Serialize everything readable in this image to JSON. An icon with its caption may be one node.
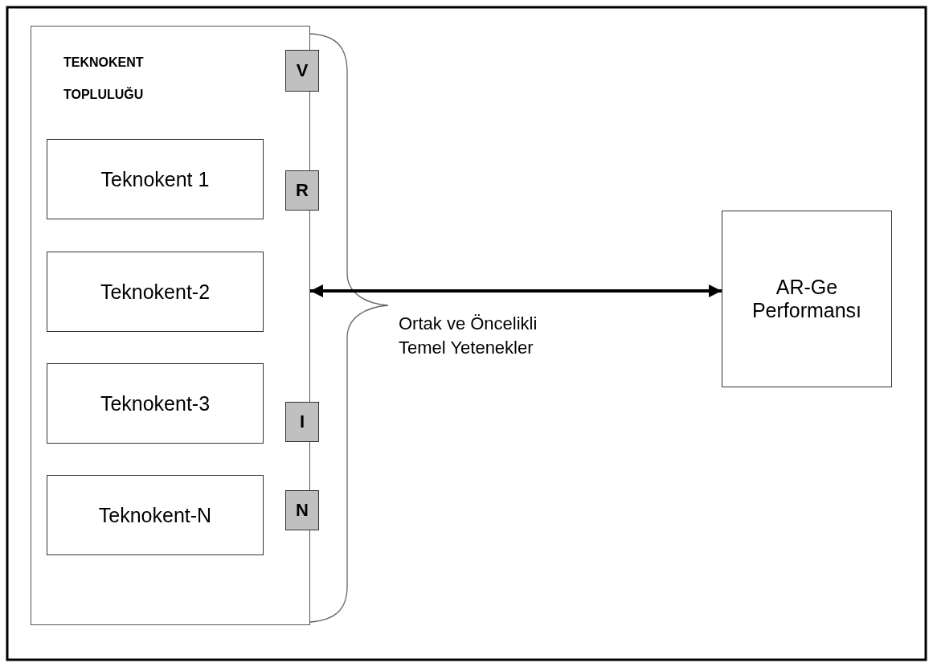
{
  "diagram": {
    "nodes": [
      {
        "text": [
          "TEKNOKENT TOPLULUĞU"
        ]
      },
      {
        "text": [
          "Teknokent 1"
        ],
        "in": 0
      },
      {
        "text": [
          "Teknokent-2"
        ],
        "in": 0
      },
      {
        "text": [
          "Teknokent-3"
        ],
        "in": 0
      },
      {
        "text": [
          "Teknokent-N"
        ],
        "in": 0
      },
      {
        "text": [
          "V"
        ]
      },
      {
        "text": [
          "R"
        ]
      },
      {
        "text": [
          "I"
        ]
      },
      {
        "text": [
          "N"
        ]
      },
      {
        "text": [
          "AR-Ge Performansı"
        ]
      }
    ],
    "edges": [
      {
        "from": 0,
        "to": 9,
        "arrow": "both"
      }
    ],
    "labels": [
      "Ortak ve Öncelikli Temel Yetenekler"
    ]
  }
}
